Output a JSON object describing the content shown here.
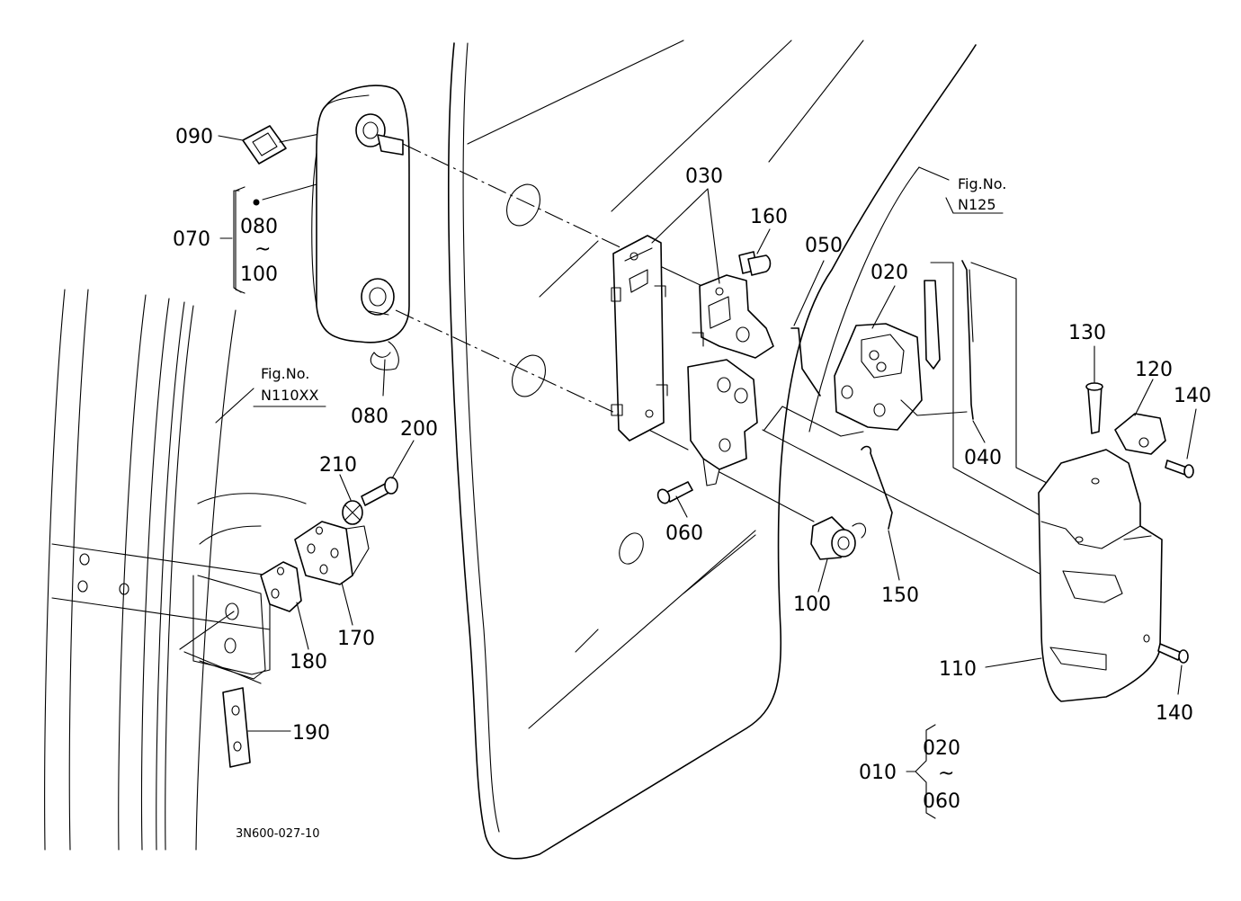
{
  "figure_refs": [
    {
      "line1": "Fig.No.",
      "line2": "N125"
    },
    {
      "line1": "Fig.No.",
      "line2": "N110XX"
    }
  ],
  "callouts": {
    "p090": "090",
    "p070": "070",
    "p080_top": "080",
    "p100_top": "100",
    "p080": "080",
    "p030": "030",
    "p160": "160",
    "p050": "050",
    "p020": "020",
    "p130": "130",
    "p120": "120",
    "p140_top": "140",
    "p040": "040",
    "p060": "060",
    "p100": "100",
    "p150": "150",
    "p110": "110",
    "p140_bottom": "140",
    "p200": "200",
    "p210": "210",
    "p170": "170",
    "p180": "180",
    "p190": "190"
  },
  "range_notes": {
    "tilde": "~",
    "set_010": {
      "code": "010",
      "from": "020",
      "to": "060"
    }
  },
  "drawing_code": "3N600-027-10"
}
